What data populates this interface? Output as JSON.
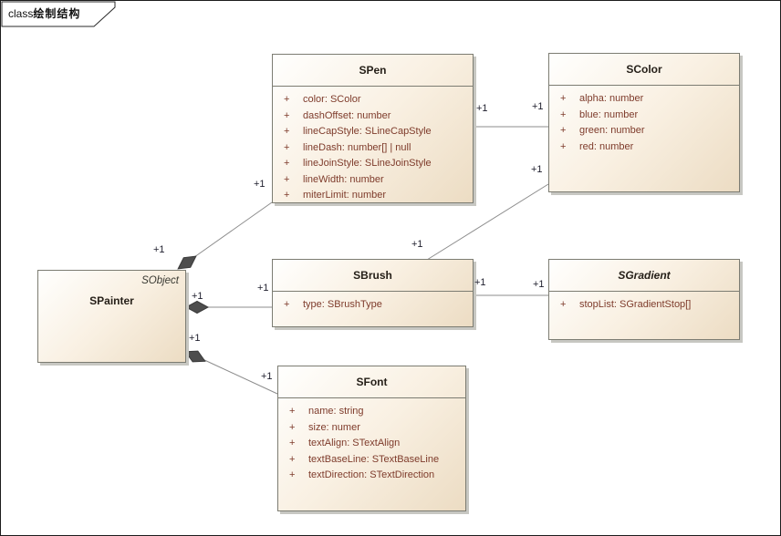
{
  "frame": {
    "label_prefix": "class",
    "label_title": "绘制结构"
  },
  "classes": {
    "spen": {
      "name": "SPen",
      "attributes": [
        {
          "vis": "+",
          "text": "color: SColor"
        },
        {
          "vis": "+",
          "text": "dashOffset: number"
        },
        {
          "vis": "+",
          "text": "lineCapStyle: SLineCapStyle"
        },
        {
          "vis": "+",
          "text": "lineDash: number[] | null"
        },
        {
          "vis": "+",
          "text": "lineJoinStyle: SLineJoinStyle"
        },
        {
          "vis": "+",
          "text": "lineWidth: number"
        },
        {
          "vis": "+",
          "text": "miterLimit: number"
        }
      ]
    },
    "scolor": {
      "name": "SColor",
      "attributes": [
        {
          "vis": "+",
          "text": "alpha: number"
        },
        {
          "vis": "+",
          "text": "blue: number"
        },
        {
          "vis": "+",
          "text": "green: number"
        },
        {
          "vis": "+",
          "text": "red: number"
        }
      ]
    },
    "spainter": {
      "name": "SPainter",
      "annotation": "SObject"
    },
    "sbrush": {
      "name": "SBrush",
      "attributes": [
        {
          "vis": "+",
          "text": "type: SBrushType"
        }
      ]
    },
    "sgradient": {
      "name": "SGradient",
      "abstract": true,
      "attributes": [
        {
          "vis": "+",
          "text": "stopList: SGradientStop[]"
        }
      ]
    },
    "sfont": {
      "name": "SFont",
      "attributes": [
        {
          "vis": "+",
          "text": "name: string"
        },
        {
          "vis": "+",
          "text": "size: numer"
        },
        {
          "vis": "+",
          "text": "textAlign: STextAlign"
        },
        {
          "vis": "+",
          "text": "textBaseLine: STextBaseLine"
        },
        {
          "vis": "+",
          "text": "textDirection: STextDirection"
        }
      ]
    }
  },
  "relations": {
    "painter_pen": {
      "type": "composition",
      "source": "SPainter",
      "target": "SPen",
      "source_label": "+1",
      "target_label": "+1"
    },
    "painter_brush": {
      "type": "composition",
      "source": "SPainter",
      "target": "SBrush",
      "source_label": "+1",
      "target_label": "+1"
    },
    "painter_font": {
      "type": "composition",
      "source": "SPainter",
      "target": "SFont",
      "source_label": "+1",
      "target_label": "+1"
    },
    "pen_color": {
      "type": "association",
      "source": "SPen",
      "target": "SColor",
      "source_label": "+1",
      "target_label": "+1"
    },
    "brush_color": {
      "type": "association",
      "source": "SBrush",
      "target": "SColor",
      "source_label": "+1",
      "target_label": "+1"
    },
    "brush_gradient": {
      "type": "association",
      "source": "SBrush",
      "target": "SGradient",
      "source_label": "+1",
      "target_label": "+1"
    }
  },
  "colors": {
    "box_fill_light": "#fffefb",
    "box_fill_dark": "#ecdcc3",
    "box_border": "#7c7c72",
    "attribute_text": "#7e3b2b",
    "class_name_text": "#262019",
    "connector": "#8c8c8c",
    "diamond": "#4d4d4d",
    "multiplicity_text": "#1e1e2d"
  }
}
